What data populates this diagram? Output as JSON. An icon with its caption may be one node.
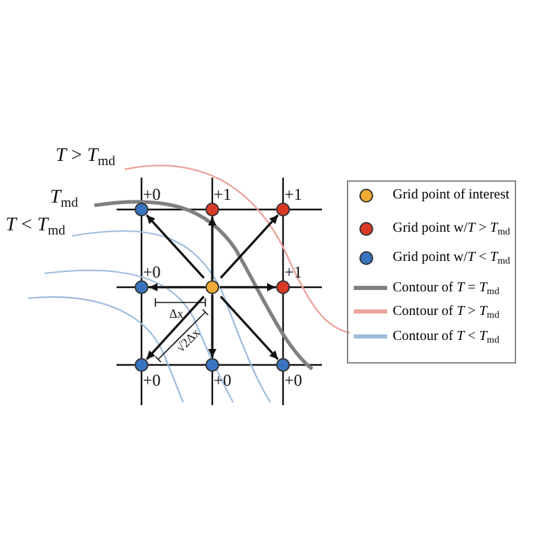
{
  "diagram": {
    "nodes": [
      {
        "text": [],
        "shape": "circle",
        "beside": [
          "+0"
        ]
      },
      {
        "text": [],
        "shape": "circle",
        "beside": [
          "+1"
        ]
      },
      {
        "text": [],
        "shape": "circle",
        "beside": [
          "+1"
        ]
      },
      {
        "text": [],
        "shape": "circle",
        "beside": [
          "+0"
        ]
      },
      {
        "text": [],
        "shape": "circle"
      },
      {
        "text": [],
        "shape": "circle",
        "beside": [
          "+1"
        ]
      },
      {
        "text": [],
        "shape": "circle",
        "beside": [
          "+0"
        ]
      },
      {
        "text": [],
        "shape": "circle",
        "beside": [
          "+0"
        ]
      },
      {
        "text": [],
        "shape": "circle",
        "beside": [
          "+0"
        ]
      }
    ],
    "edges": [
      {
        "from": 4,
        "to": 0,
        "arrow": "to"
      },
      {
        "from": 4,
        "to": 1,
        "arrow": "to"
      },
      {
        "from": 4,
        "to": 2,
        "arrow": "to"
      },
      {
        "from": 4,
        "to": 3,
        "arrow": "to"
      },
      {
        "from": 4,
        "to": 5,
        "arrow": "to"
      },
      {
        "from": 4,
        "to": 6,
        "arrow": "to"
      },
      {
        "from": 4,
        "to": 7,
        "arrow": "to"
      },
      {
        "from": 4,
        "to": 8,
        "arrow": "to"
      }
    ],
    "labels": [
      "*T* > *T*$_{md}$",
      "*T*$_{md}$",
      "*T* < *T*$_{md}$",
      "Δx",
      "√2Δx"
    ],
    "legend": [
      {
        "text": "Grid point of interest",
        "color": "#f0ab35"
      },
      {
        "text": "Grid point w/*T* > *T*$_{md}$",
        "color": "#d93a26"
      },
      {
        "text": "Grid point w/*T* < *T*$_{md}$",
        "color": "#3a74c0"
      },
      {
        "text": "Contour of *T* = *T*$_{md}$",
        "color": "#808080"
      },
      {
        "text": "Contour of *T* > *T*$_{md}$",
        "color": "#eba39c"
      },
      {
        "text": "Contour of *T* < *T*$_{md}$",
        "color": "#9dbbdc"
      }
    ]
  }
}
